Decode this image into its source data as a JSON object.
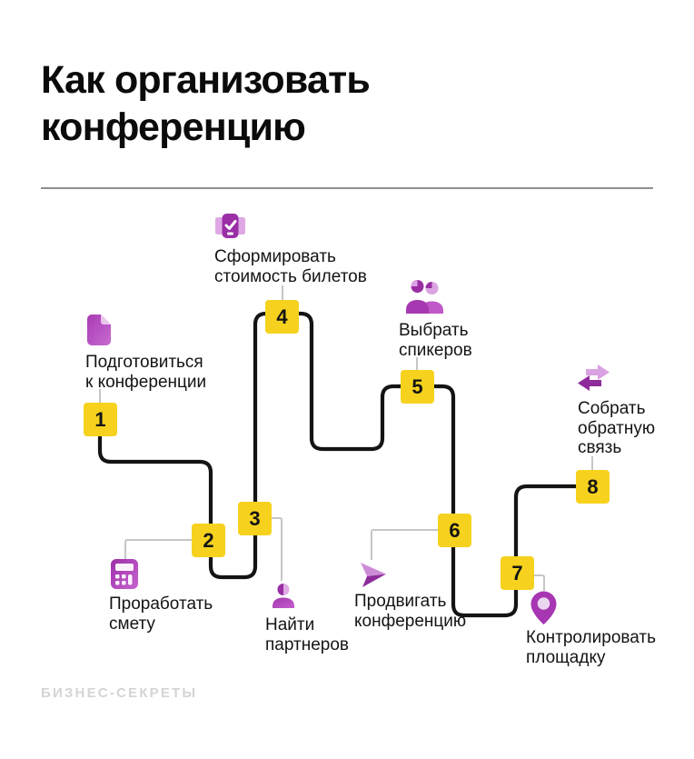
{
  "page": {
    "title_lines": [
      "Как организовать",
      "конференцию"
    ],
    "brand_watermark": "БИЗНЕС-СЕКРЕТЫ"
  },
  "colors": {
    "accent_yellow": "#F6D21F",
    "path_black": "#141414",
    "connector_gray": "#C6C6C6",
    "divider_gray": "#8F8F8F",
    "footer_gray": "#D4D4D4",
    "icon_purple_dark": "#9A2FA4",
    "icon_purple": "#A838B2",
    "icon_purple_light": "#DCA3E2"
  },
  "steps": [
    {
      "number": "1",
      "icon": "document-icon",
      "label_lines": [
        "Подготовиться",
        "к конференции"
      ]
    },
    {
      "number": "2",
      "icon": "calculator-icon",
      "label_lines": [
        "Проработать",
        "смету"
      ]
    },
    {
      "number": "3",
      "icon": "person-icon",
      "label_lines": [
        "Найти",
        "партнеров"
      ]
    },
    {
      "number": "4",
      "icon": "ticket-check-icon",
      "label_lines": [
        "Сформировать",
        "стоимость билетов"
      ]
    },
    {
      "number": "5",
      "icon": "speakers-people-icon",
      "label_lines": [
        "Выбрать",
        "спикеров"
      ]
    },
    {
      "number": "6",
      "icon": "send-plane-icon",
      "label_lines": [
        "Продвигать",
        "конференцию"
      ]
    },
    {
      "number": "7",
      "icon": "location-pin-icon",
      "label_lines": [
        "Контролировать",
        "площадку"
      ]
    },
    {
      "number": "8",
      "icon": "swap-arrows-icon",
      "label_lines": [
        "Собрать",
        "обратную",
        "связь"
      ]
    }
  ]
}
